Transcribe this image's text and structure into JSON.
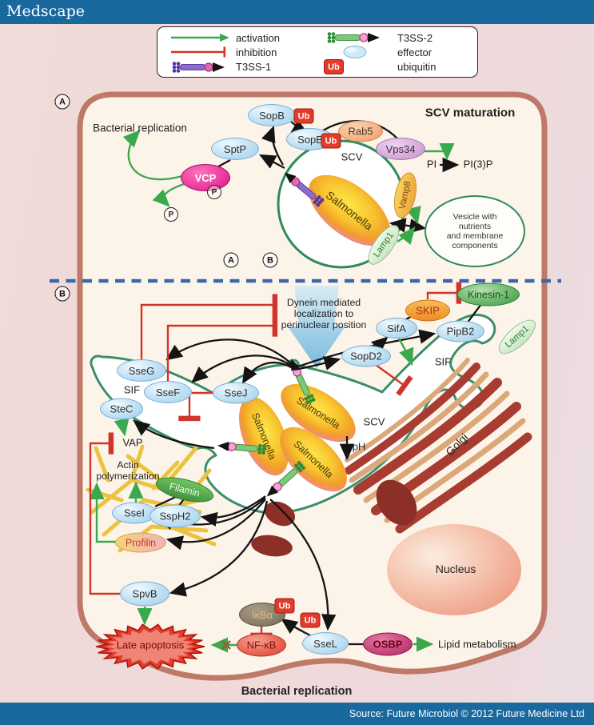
{
  "header": {
    "logo": "Medscape"
  },
  "footer": {
    "source": "Source: Future Microbiol © 2012 Future Medicine Ltd"
  },
  "legend": {
    "activation": "activation",
    "inhibition": "inhibition",
    "t3ss1": "T3SS-1",
    "t3ss2": "T3SS-2",
    "effector": "effector",
    "ubiquitin": "ubiquitin"
  },
  "badges": {
    "ub": "Ub",
    "p": "P"
  },
  "markers": {
    "a": "A",
    "b": "B"
  },
  "panelA": {
    "title": "SCV maturation",
    "bacterial_replication": "Bacterial replication",
    "scv": "SCV",
    "pi": "PI",
    "pi3p": "PI(3)P",
    "vesicle_lines": [
      "Vesicle with",
      "nutrients",
      "and membrane",
      "components"
    ]
  },
  "panelB": {
    "dynein_lines": [
      "Dynein mediated",
      "localization to",
      "perinuclear position"
    ],
    "scv": "SCV",
    "sif_left": "SIF",
    "sif_right": "SIF",
    "ph": "pH",
    "vap": "VAP",
    "actin_lines": [
      "Actin",
      "polymerization"
    ],
    "golgi": "Golgi",
    "nucleus": "Nucleus",
    "late_apoptosis": "Late apoptosis",
    "lipid_metabolism": "Lipid metabolism",
    "bacterial_replication": "Bacterial replication"
  },
  "nodes": {
    "salmonella": "Salmonella",
    "sptp": "SptP",
    "vcp": "VCP",
    "sopb_top": "SopB",
    "sopb_membrane": "SopB",
    "rab5": "Rab5",
    "vps34": "Vps34",
    "vamp8": "Vamp8",
    "lamp1_a": "Lamp1",
    "lamp1_b": "Lamp1",
    "skip": "SKIP",
    "kinesin1": "Kinesin-1",
    "sifa": "SifA",
    "pipb2": "PipB2",
    "sopd2": "SopD2",
    "sseg": "SseG",
    "ssef": "SseF",
    "ssej": "SseJ",
    "stec": "SteC",
    "ssei": "SseI",
    "ssph2": "SspH2",
    "filamin": "Filamin",
    "profilin": "Profilin",
    "spvb": "SpvB",
    "ikba": "IκBα",
    "nfkb": "NF-κB",
    "ssel": "SseL",
    "osbp": "OSBP"
  }
}
